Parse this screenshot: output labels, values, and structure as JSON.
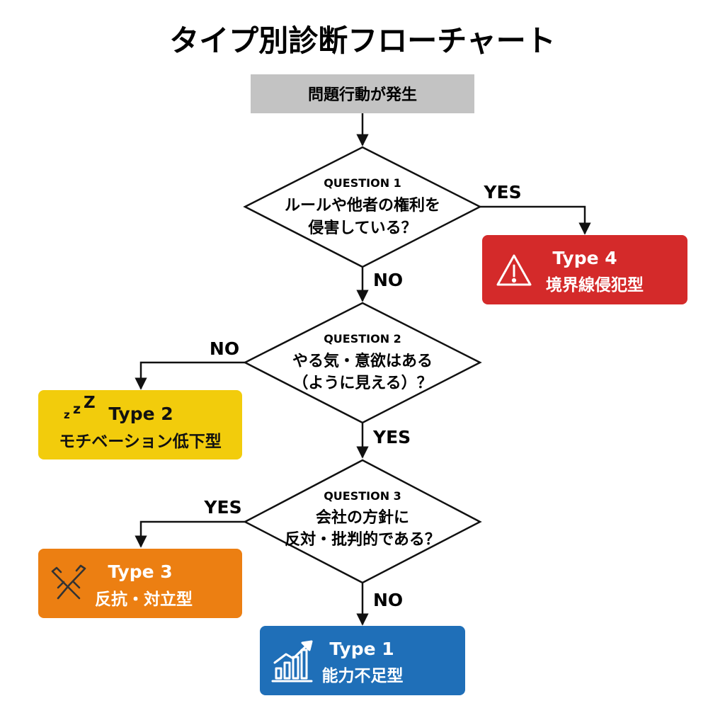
{
  "title": "タイプ別診断フローチャート",
  "start": {
    "label": "問題行動が発生"
  },
  "questions": [
    {
      "label": "QUESTION 1",
      "line1": "ルールや他者の権利を",
      "line2": "侵害している？"
    },
    {
      "label": "QUESTION 2",
      "line1": "やる気・意欲はある",
      "line2": "（ように見える）？"
    },
    {
      "label": "QUESTION 3",
      "line1": "会社の方針に",
      "line2": "反対・批判的である？"
    }
  ],
  "edges": {
    "q1_yes": "YES",
    "q1_no": "NO",
    "q2_no": "NO",
    "q2_yes": "YES",
    "q3_yes": "YES",
    "q3_no": "NO"
  },
  "types": {
    "type4": {
      "name": "Type 4",
      "desc": "境界線侵犯型",
      "color": "#d42a2a",
      "icon": "warning-icon"
    },
    "type2": {
      "name": "Type 2",
      "desc": "モチベーション低下型",
      "color": "#f2cc0c",
      "icon": "sleep-zzz-icon",
      "icon_text": "zzZ"
    },
    "type3": {
      "name": "Type 3",
      "desc": "反抗・対立型",
      "color": "#ec7f12",
      "icon": "crossed-arms-icon"
    },
    "type1": {
      "name": "Type 1",
      "desc": "能力不足型",
      "color": "#1f6fb8",
      "icon": "growth-chart-icon"
    }
  },
  "colors": {
    "start_box": "#c3c3c3",
    "line": "#111111",
    "text_on_color": "#ffffff",
    "text_on_yellow": "#111111"
  }
}
